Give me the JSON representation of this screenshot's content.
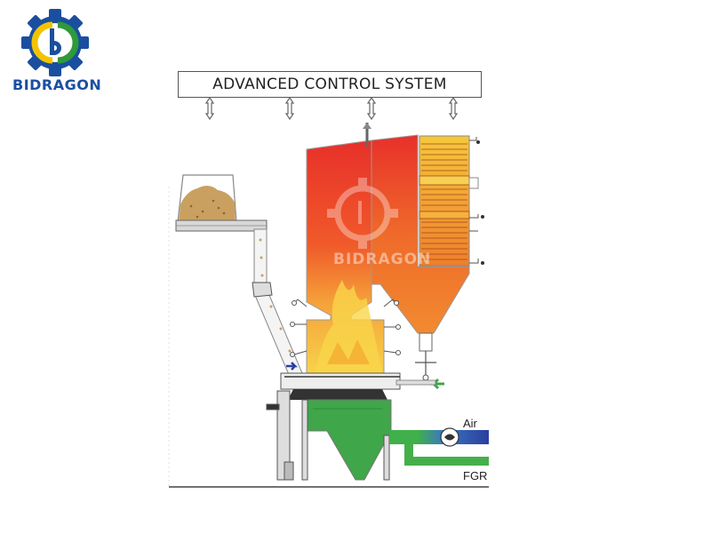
{
  "brand": {
    "logo_text": "BIDRAGON",
    "watermark_text": "BIDRAGON",
    "logo_icon": "gear-b-logo-icon",
    "colors": {
      "gear": "#1a4fa0",
      "ring": "#f2c400",
      "green": "#2e9a3a"
    }
  },
  "diagram": {
    "control_system_label": "ADVANCED CONTROL SYSTEM",
    "air_label": "Air",
    "fgr_label": "FGR"
  },
  "colors": {
    "furnace_red": "#e8302a",
    "furnace_orange": "#f07d2a",
    "flame_yellow": "#f7c63a",
    "ash_hopper_green": "#3fa64a",
    "air_duct_blue": "#2a3fa0",
    "fgr_duct_green": "#45b04a"
  }
}
